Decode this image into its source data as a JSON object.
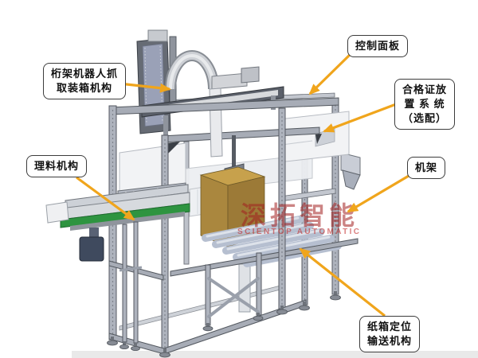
{
  "callouts": [
    {
      "name": "truss-robot-mechanism",
      "lines": [
        "桁架机器人抓",
        "取装箱机构"
      ]
    },
    {
      "name": "control-panel",
      "lines": [
        "控制面板"
      ]
    },
    {
      "name": "certificate-placement-system",
      "lines": [
        "合格证放",
        "置 系 统",
        "（选配）"
      ]
    },
    {
      "name": "material-arranging-mechanism",
      "lines": [
        "理料机构"
      ]
    },
    {
      "name": "machine-frame",
      "lines": [
        "机架"
      ]
    },
    {
      "name": "carton-positioning-conveyor",
      "lines": [
        "纸箱定位",
        "输送机构"
      ]
    }
  ],
  "watermark": {
    "cn": "深拓智能",
    "en": "SCIENTOP AUTOMATIC"
  },
  "colors": {
    "arrow_orange": "#F0A51C",
    "label_border": "#3C3C3C",
    "carton_brown": "#AA873E",
    "belt_green": "#2E9440",
    "watermark_red": "#A32020",
    "frame_gray": "#9AA0AB",
    "floor_gray": "#E9E9E9"
  }
}
